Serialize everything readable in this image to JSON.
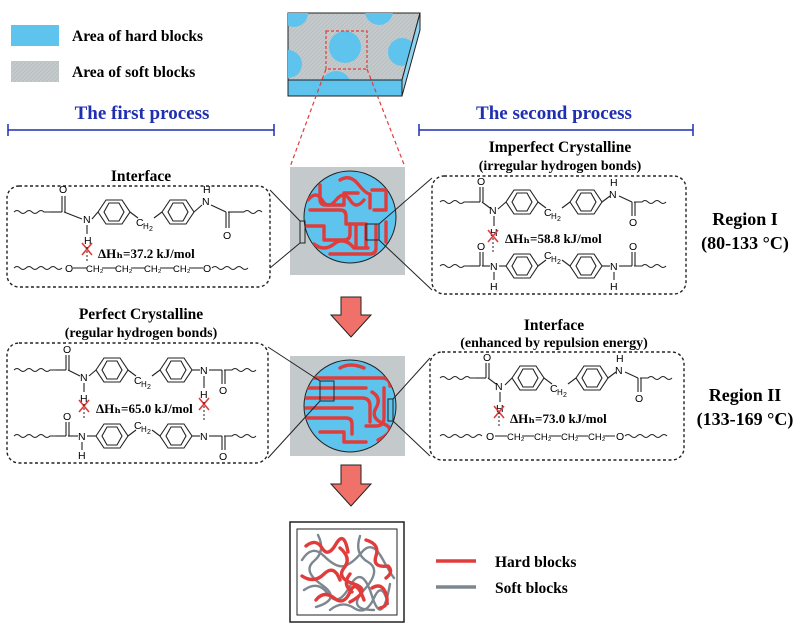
{
  "legend": {
    "hard_area": "Area of hard blocks",
    "soft_area": "Area of soft blocks",
    "hard_blocks": "Hard blocks",
    "soft_blocks": "Soft blocks"
  },
  "processes": {
    "first": "The first process",
    "second": "The second process"
  },
  "boxes": {
    "interface_1": {
      "title": "Interface",
      "dh": "ΔHₕ=37.2 kJ/mol"
    },
    "imperfect": {
      "title": "Imperfect Crystalline",
      "subtitle": "(irregular hydrogen bonds)",
      "dh": "ΔHₕ=58.8 kJ/mol"
    },
    "perfect": {
      "title": "Perfect Crystalline",
      "subtitle": "(regular hydrogen bonds)",
      "dh": "ΔHₕ=65.0 kJ/mol"
    },
    "interface_2": {
      "title": "Interface",
      "subtitle": "(enhanced by repulsion energy)",
      "dh": "ΔHₕ=73.0 kJ/mol"
    }
  },
  "regions": {
    "r1_name": "Region I",
    "r1_range": "(80-133 °C)",
    "r2_name": "Region II",
    "r2_range": "(133-169 °C)"
  },
  "atoms": {
    "O": "O",
    "N": "N",
    "H": "H",
    "C": "C"
  },
  "colors": {
    "hard_area": "#5ec4ee",
    "soft_area": "#c2c7cb",
    "hard_chain": "#e03c3c",
    "soft_chain": "#7d8790",
    "process_title": "#1f2fb0",
    "arrow": "#f0716a"
  }
}
